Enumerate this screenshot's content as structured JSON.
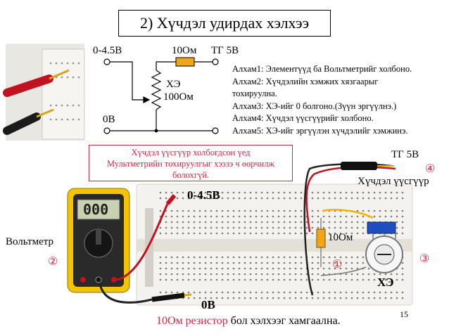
{
  "title": "2) Хүчдэл удирдах хэлхээ",
  "circuit": {
    "left_top": "0-4.5В",
    "resistor": "10Ом",
    "right_top": "ТГ 5В",
    "pot_name": "ХЭ",
    "pot_value": "100Ом",
    "left_bottom": "0В"
  },
  "steps": [
    "Алхам1: Элементүүд ба Вольтметрийг холбоно.",
    "Алхам2: Хүчдэлийн хэмжих хязгаарыг",
    "тохируулна.",
    "Алхам3: ХЭ-ийг 0 болгоно.(Зүүн эргүүлнэ.)",
    "Алхам4: Хүчдэл үүсгүүрийг холбоно.",
    "Алхам5: ХЭ-ийг эргүүлэн хүчдэлийг хэмжинэ."
  ],
  "warning": [
    "Хүчдэл үүсгүүр холбогдсон үед",
    "Мультметрийн тохируулгыг хээзэ ч өөрчилж",
    "болохгүй."
  ],
  "labels": {
    "tg5v": "ТГ 5В",
    "num4": "④",
    "source": "Хүчдэл үүсгүүр",
    "voltage_top": "0-4.5В",
    "voltmeter": "Вольтметр",
    "num2": "②",
    "resistor": "10Ом",
    "num1": "①",
    "num3": "③",
    "pot": "ХЭ",
    "ground": "0В",
    "display": "000"
  },
  "footer_prefix": "10Ом резистор",
  "footer_suffix": " бол хэлхээг хамгаална.",
  "page_number": "15",
  "colors": {
    "accent_red": "#d7263d",
    "resistor_orange": "#f2a516",
    "meter_yellow": "#f4c400",
    "wire_yellow": "#f0b400"
  }
}
